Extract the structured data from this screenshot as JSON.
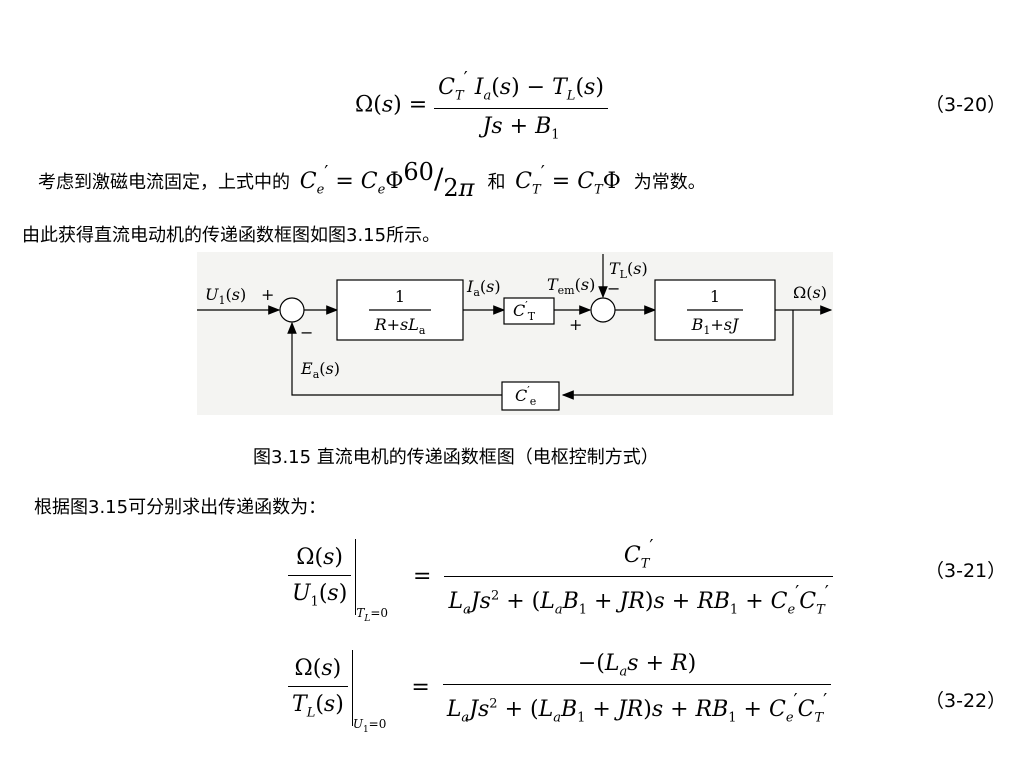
{
  "equations": {
    "eq20_label": "（3-20）",
    "eq21_label": "（3-21）",
    "eq22_label": "（3-22）"
  },
  "text": {
    "line1_prefix": "考虑到激磁电流固定，上式中的",
    "line1_and": "和",
    "line1_suffix": "为常数。",
    "line2": "由此获得直流电动机的传递函数框图如图3.15所示。",
    "caption": "图3.15 直流电机的传递函数框图（电枢控制方式）",
    "line3": "根据图3.15可分别求出传递函数为："
  },
  "diagram": {
    "input_label": "U1(s)",
    "armature_block_num": "1",
    "armature_block_den": "R+sLa",
    "current_label": "Ia(s)",
    "torque_gain": "C'T",
    "torque_label": "Tem(s)",
    "load_label": "TL(s)",
    "mech_block_num": "1",
    "mech_block_den": "B1+sJ",
    "output_label": "Ω(s)",
    "feedback_gain": "C'e",
    "emf_label": "Ea(s)",
    "plus": "+",
    "minus": "−"
  }
}
